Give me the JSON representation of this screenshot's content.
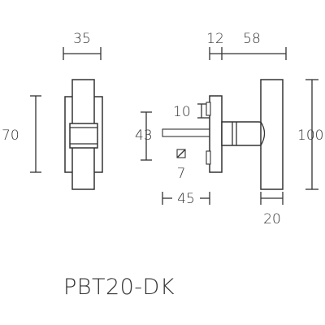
{
  "model_code": "PBT20-DK",
  "dimensions": {
    "front_width": "35",
    "front_height": "70",
    "rose_thickness": "12",
    "handle_projection": "58",
    "rose_height": "10",
    "spindle_spacing": "43",
    "spindle_square": "7",
    "spindle_length": "45",
    "handle_length": "100",
    "handle_diameter": "20"
  }
}
